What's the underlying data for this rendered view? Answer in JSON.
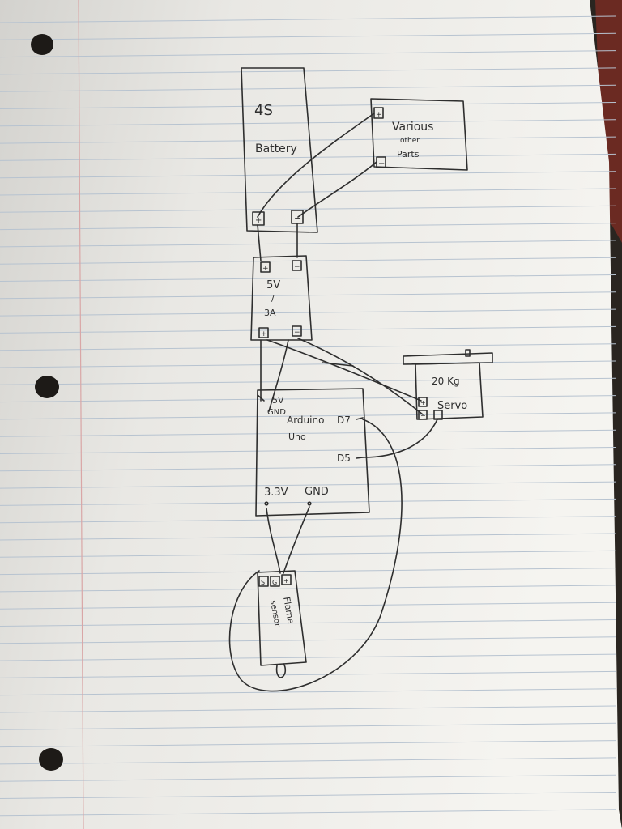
{
  "diagram": {
    "battery": {
      "line1": "4S",
      "line2": "Battery",
      "pos": "+",
      "neg": "−"
    },
    "various": {
      "line1": "Various",
      "line2": "other",
      "line3": "Parts",
      "pos": "+",
      "neg": "−"
    },
    "regulator": {
      "line1": "5V",
      "line2": "/",
      "line3": "3A",
      "pos": "+",
      "neg": "−"
    },
    "servo": {
      "line1": "20 Kg",
      "line2": "Servo",
      "pos": "+",
      "neg": "−"
    },
    "arduino": {
      "line1": "Arduino",
      "line2": "Uno",
      "pin_5v": "5V",
      "pin_gnd_top": "GND",
      "pin_d7": "D7",
      "pin_d5": "D5",
      "pin_33v": "3.3V",
      "pin_gnd_bottom": "GND"
    },
    "flame": {
      "line1": "Flame",
      "line2": "sensor",
      "pin_s": "S",
      "pin_g": "G",
      "pin_v": "+"
    }
  },
  "colors": {
    "paper": "#f1f0ec",
    "paper_shadow": "#d9d8d4",
    "rule_line": "#b7c3d0",
    "margin_line": "#d9a6a6",
    "ink": "#2e2e2e",
    "background": "#2a2520"
  }
}
